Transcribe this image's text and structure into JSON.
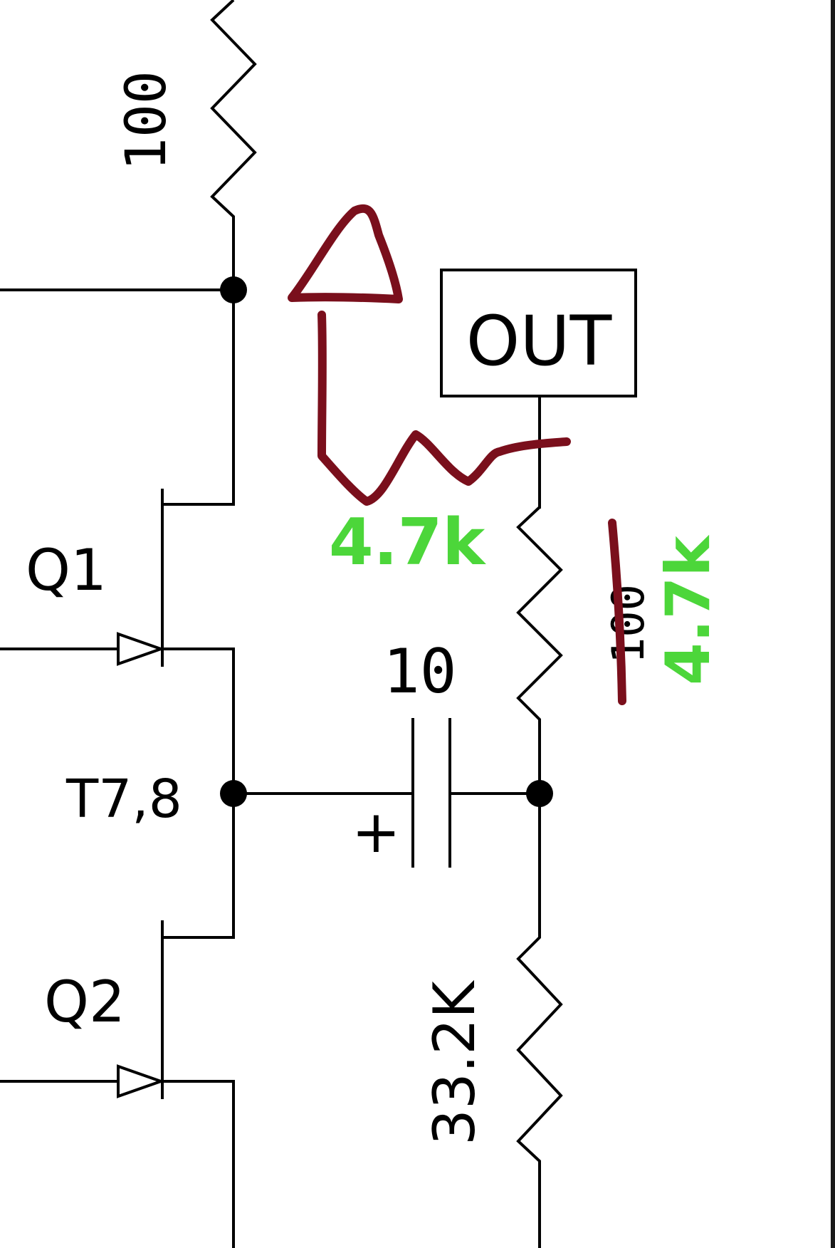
{
  "labels": {
    "r_top": "100",
    "out_box": "OUT",
    "q1": "Q1",
    "q2": "Q2",
    "node": "T7,8",
    "cap_value": "10",
    "cap_polarity": "+",
    "r_mid_original": "100",
    "r_bottom": "33.2K"
  },
  "annotations": {
    "new_value_horizontal": "4.7k",
    "new_value_vertical": "4.7k"
  },
  "colors": {
    "ink": "#000000",
    "annotation_red": "#7a0f1c",
    "annotation_green": "#4cd63a"
  }
}
